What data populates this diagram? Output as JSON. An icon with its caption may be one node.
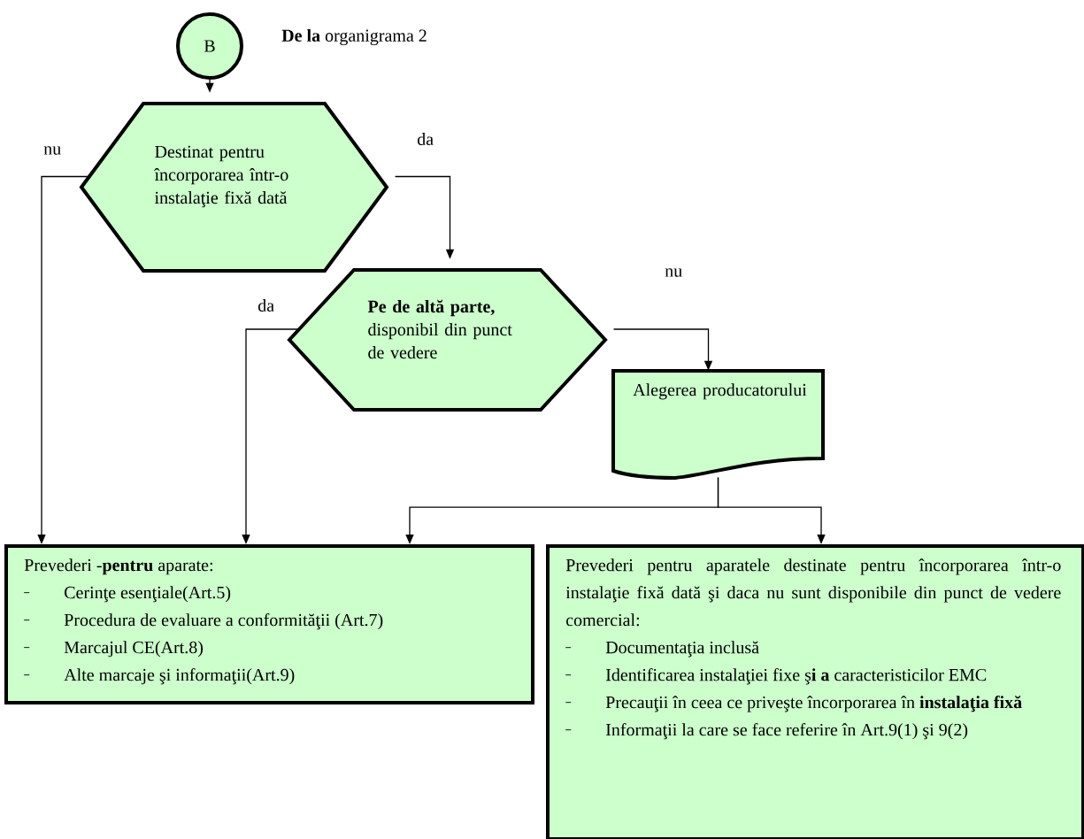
{
  "diagram": {
    "nodes": [
      {
        "text": [
          "B"
        ],
        "beside": [
          "**De la** organigrama 2"
        ]
      },
      {
        "text": [
          "Destinat pentru încorporarea într-o instalaţie fixă dată"
        ]
      },
      {
        "text": [
          "**Pe de altă parte,** disponibil din punct de vedere"
        ]
      },
      {
        "text": [
          "Alegerea producatorului"
        ]
      },
      {
        "text": [
          "Prevederi -**pentru** aparate:",
          "Cerinţe esenţiale(Art.5)",
          "Procedura de evaluare a conformităţii (Art.7)",
          "Marcajul CE(Art.8)",
          "Alte marcaje şi informaţii(Art.9)"
        ]
      },
      {
        "text": [
          "Prevederi pentru aparatele destinate pentru încorporarea într-o instalaţie fixă dată şi daca nu sunt disponibile din punct de vedere comercial:",
          "Documentaţia inclusă",
          "Identificarea instalaţiei fixe ş**i a** caracteristicilor EMC",
          "Precauţii în ceea ce priveşte încorporarea în **instalaţia fixă**",
          "Informaţii la care se face referire în Art.9(1) şi 9(2)"
        ]
      }
    ],
    "edges": [
      {
        "from": 0,
        "to": 1,
        "arrow": "to"
      },
      {
        "from": 1,
        "to": 4,
        "arrow": "to",
        "label": "nu"
      },
      {
        "from": 1,
        "to": 2,
        "arrow": "to",
        "label": "da"
      },
      {
        "from": 2,
        "to": 4,
        "arrow": "to",
        "label": "da"
      },
      {
        "from": 2,
        "to": 3,
        "arrow": "to",
        "label": "nu"
      },
      {
        "from": 3,
        "to": 4,
        "arrow": "to"
      },
      {
        "from": 3,
        "to": 5,
        "arrow": "to"
      }
    ]
  }
}
